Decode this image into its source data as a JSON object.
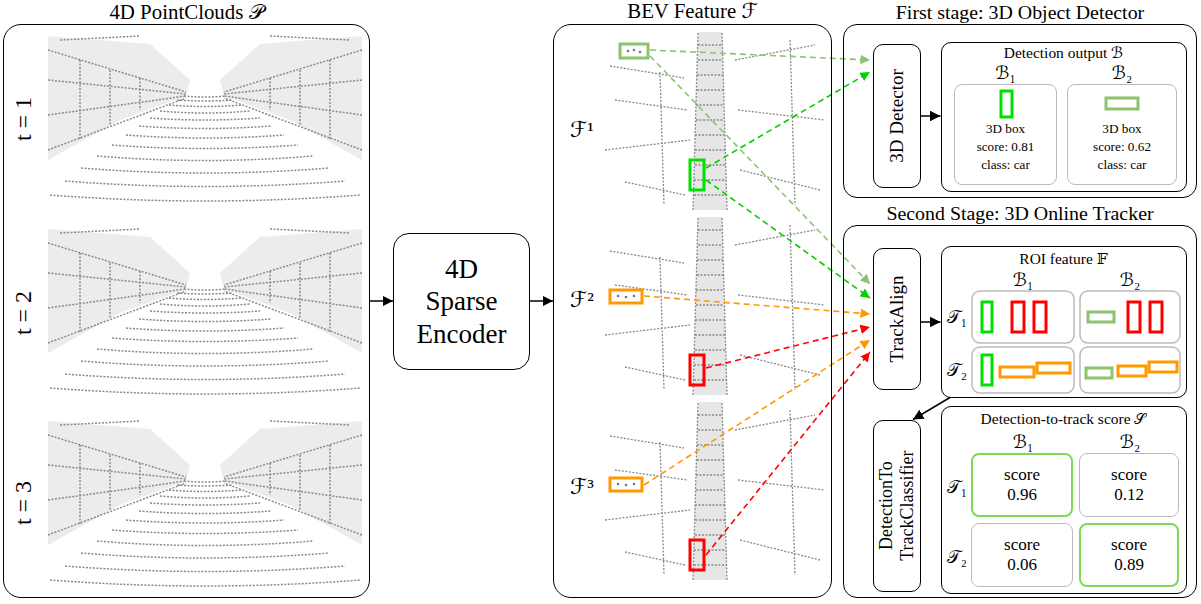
{
  "diagram": {
    "nodes": [
      {
        "text": [
          "4D PointClouds 𝒫"
        ]
      },
      {
        "text": [
          "4D Sparse Encoder"
        ]
      },
      {
        "text": [
          "BEV Feature ℱ"
        ]
      },
      {
        "text": [
          "First stage: 3D Object Detector"
        ]
      },
      {
        "text": [
          "3D Detector"
        ],
        "in": 3
      },
      {
        "text": [
          "Detection output ℬ"
        ],
        "in": 3
      },
      {
        "text": [
          "ℬ₁",
          "3D box",
          "score: 0.81",
          "class: car"
        ],
        "in": 5
      },
      {
        "text": [
          "ℬ₂",
          "3D box",
          "score: 0.62",
          "class: car"
        ],
        "in": 5
      },
      {
        "text": [
          "Second Stage: 3D Online Tracker"
        ]
      },
      {
        "text": [
          "TrackAlign"
        ],
        "in": 8
      },
      {
        "text": [
          "ROI feature 𝔽"
        ],
        "in": 8
      },
      {
        "text": [
          "DetectionTo TrackClassifier"
        ],
        "in": 8
      },
      {
        "text": [
          "Detection-to-track score 𝒮"
        ],
        "in": 8
      },
      {
        "text": [
          "score 0.96"
        ],
        "in": 12
      },
      {
        "text": [
          "score 0.12"
        ],
        "in": 12
      },
      {
        "text": [
          "score 0.06"
        ],
        "in": 12
      },
      {
        "text": [
          "score 0.89"
        ],
        "in": 12
      }
    ],
    "edges": [
      {
        "from": 0,
        "to": 1,
        "arrow": "to"
      },
      {
        "from": 1,
        "to": 2,
        "arrow": "to"
      },
      {
        "from": 4,
        "to": 5,
        "arrow": "to"
      },
      {
        "from": 9,
        "to": 10,
        "arrow": "to"
      },
      {
        "from": 10,
        "to": 11,
        "arrow": "to"
      }
    ],
    "labels": [
      "t = 1",
      "t = 2",
      "t = 3",
      "ℱ¹",
      "ℱ²",
      "ℱ³",
      "ℬ₁",
      "ℬ₂",
      "𝒯₁",
      "𝒯₂",
      "ℬ₁",
      "ℬ₂",
      "𝒯₁",
      "𝒯₂"
    ]
  }
}
